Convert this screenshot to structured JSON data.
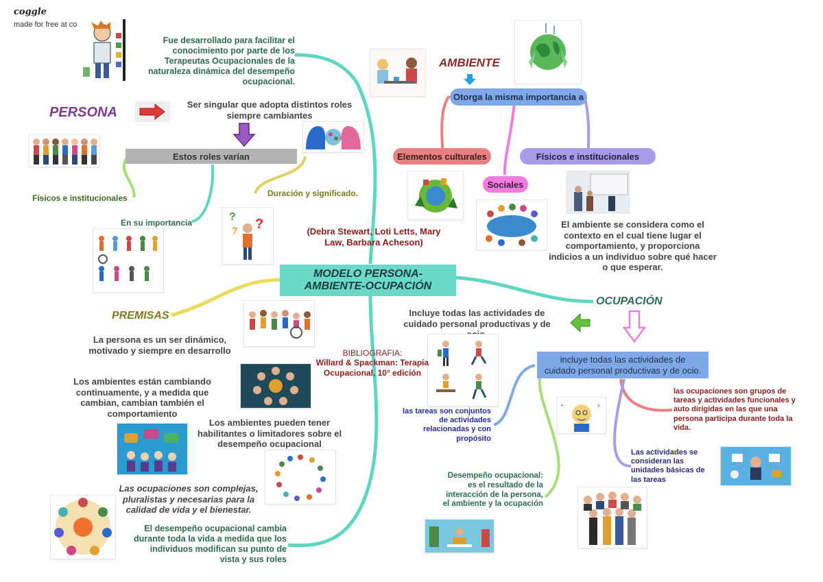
{
  "brand": {
    "logo": "coggle",
    "tagline": "made for free at coggle.it"
  },
  "central": {
    "title": "MODELO PERSONA-AMBIENTE-OCUPACIÓN"
  },
  "authors": "(Debra Stewart, Loti Letts, Mary Law, Barbara Acheson)",
  "bibliography": {
    "label": "BIBLIOGRAFIA:",
    "text": "Willard & Spackman: Terapia Ocupacional, 10° edición"
  },
  "intro": "Fue desarrollado para facilitar el conocimiento por parte de los Terapeutas Ocupacionales de la naturaleza dinámica del desempeño ocupacional.",
  "persona": {
    "title": "PERSONA",
    "description": "Ser singular que adopta distintos roles siempre cambiantes",
    "roles_label": "Estos roles varían",
    "left_branch": "Físicos e institucionales",
    "importance": "En su importancia",
    "duration": "Duración y significado."
  },
  "ambiente": {
    "title": "AMBIENTE",
    "connector": "Otorga la misma importancia a",
    "culturales": "Elementos culturales",
    "sociales": "Sociales",
    "fisicos": "Físicos e institucionales",
    "description": "El ambiente se considera como el contexto en el cual tiene lugar el comportamiento, y proporciona indicios a un individuo sobre qué hacer o que esperar."
  },
  "ocupacion": {
    "title": "OCUPACIÓN",
    "description": "Incluye todas las actividades de cuidado personal productivas y de ocio.",
    "box": "incluye todas las actividades de cuidado personal productivas y de ocio.",
    "tareas": "las tareas son conjuntos de actividades relacionadas y con propósito",
    "grupos": "las ocupaciones son grupos de tareas y actividades funcionales y auto dirigidas en las que una persona participa durante toda la vida.",
    "actividades": "Las actividades se consideran las unidades básicas de las tareas",
    "desempeno": "Desempeño ocupacional: es el resultado de la interacción de la persona, el ambiente y la ocupación"
  },
  "premisas": {
    "title": "PREMISAS",
    "p1": "La persona es un ser dinámico, motivado y siempre en desarrollo",
    "p2": "Los ambientes están cambiando continuamente, y a medida que cambian, cambian también el comportamiento",
    "p3": "Los ambientes pueden tener habilitantes o limitadores sobre el desempeño ocupacional",
    "p4": "Las ocupaciones son complejas, pluralistas y necesarias para la calidad de vida y el bienestar.",
    "p5": "El desempeño ocupacional cambia durante toda la vida a medida que los individuos modifican su punto de vista y sus roles"
  },
  "colors": {
    "teal": "#5fd6c2",
    "central_bg": "#6ad9c7",
    "persona_purple": "#7a3b94",
    "ambiente_red": "#8b2a2a",
    "ocupacion_green": "#2f6b5a",
    "premisas_olive": "#7d7a1e",
    "green_text": "#2e6b4e",
    "dark_red_text": "#8a1c1c",
    "navy_text": "#2a2a7a",
    "blue_box": "#7fa8e6",
    "gray_box": "#b3b3b3",
    "salmon": "#e88080",
    "lavender": "#a99be8",
    "pink": "#f07ce0"
  }
}
